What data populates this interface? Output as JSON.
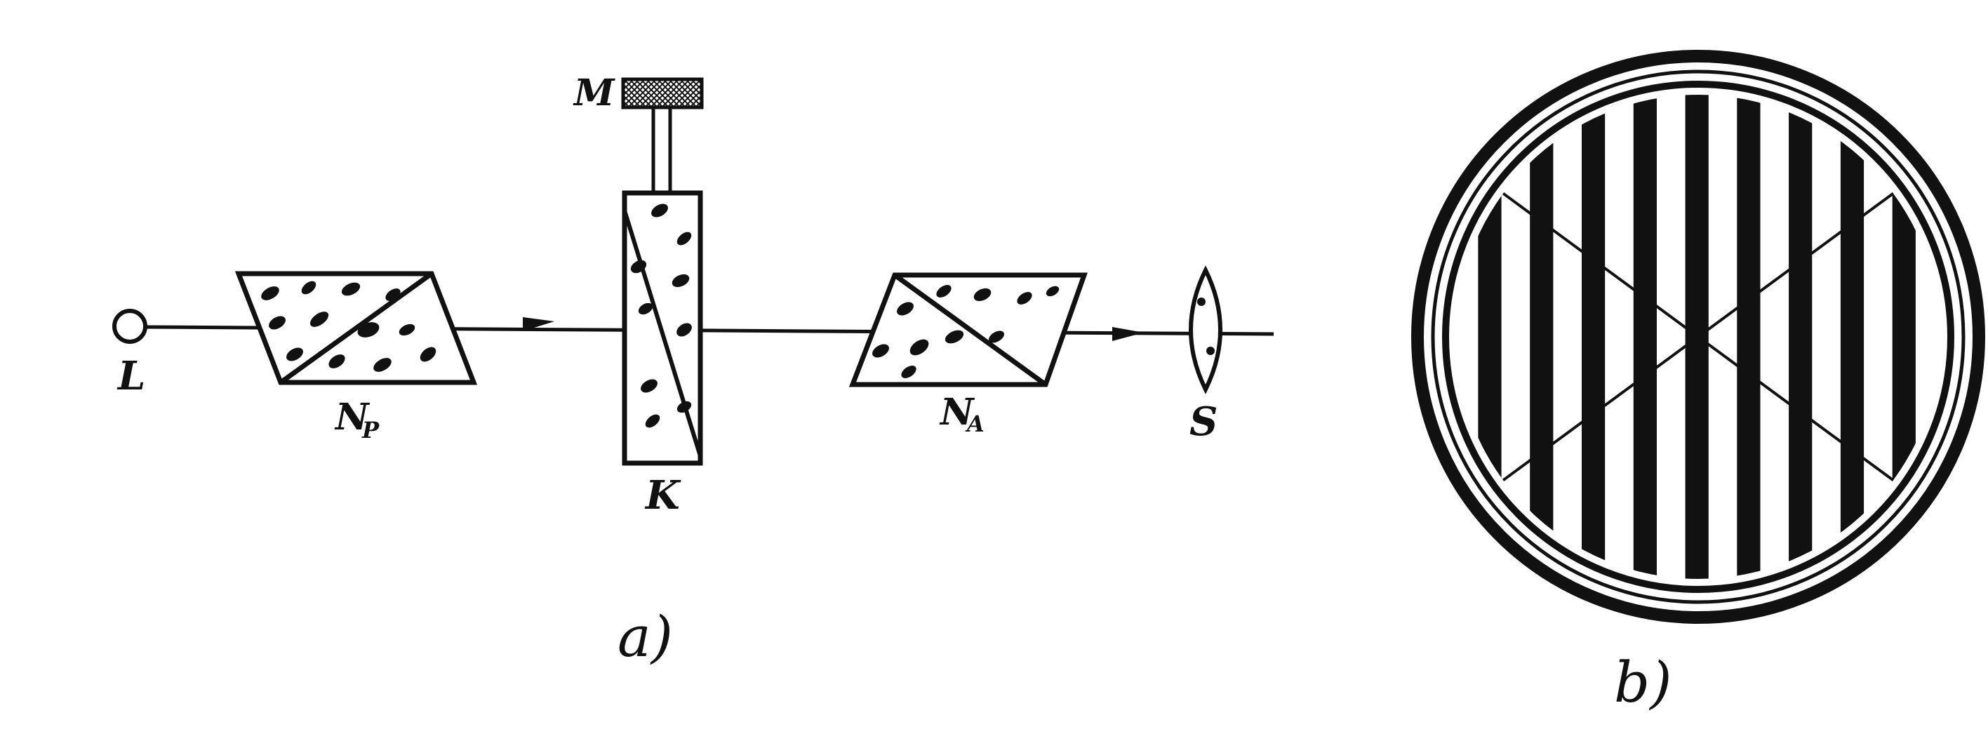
{
  "panel_a": {
    "caption": "a)",
    "labels": {
      "source": "L",
      "polarizer": "N",
      "polarizer_sub": "P",
      "mirror_screw": "M",
      "compensator": "K",
      "analyzer": "N",
      "analyzer_sub": "A",
      "lens": "S"
    }
  },
  "panel_b": {
    "caption": "b)",
    "dark_fringe_count": 9
  },
  "colors": {
    "ink": "#111111",
    "paper": "#ffffff"
  }
}
